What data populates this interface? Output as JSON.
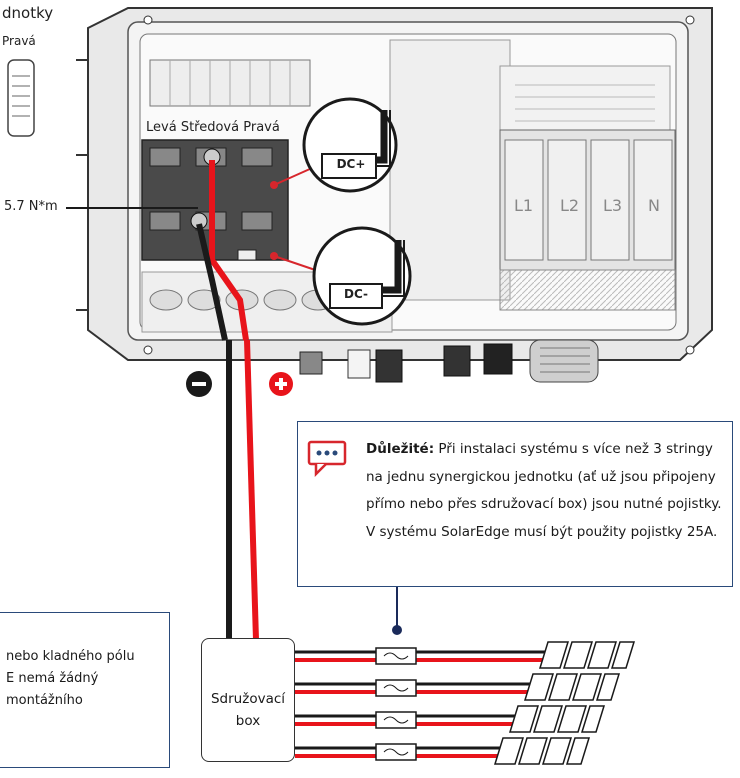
{
  "top_left_heading": "dnotky",
  "top_left_sub": "Pravá",
  "terminal_labels": {
    "left": "Levá",
    "center": "Středová",
    "right": "Pravá"
  },
  "torque": "5.7 N*m",
  "dc_plus": "DC+",
  "dc_minus": "DC-",
  "ac_terminals": [
    "L1",
    "L2",
    "L3",
    "N"
  ],
  "polarity": {
    "negative": "−",
    "positive": "+"
  },
  "note": {
    "icon": "chat-bubble-icon",
    "bold": "Důležité:",
    "text": " Při instalaci systému s více než 3 stringy na jednu synergickou jednotku (ať už jsou připojeny přímo nebo přes sdružovací box) jsou nutné pojistky. V systému SolarEdge musí být použity pojistky 25A."
  },
  "left_note": {
    "line1": "nebo kladného pólu",
    "line2": "E nemá žádný",
    "line3": " montážního"
  },
  "combiner_box": {
    "line1": "Sdružovací",
    "line2": "box"
  },
  "colors": {
    "positive": "#e8141b",
    "negative": "#1a1a1a",
    "frame": "#2a4a7a",
    "accent_red": "#d7262c"
  }
}
